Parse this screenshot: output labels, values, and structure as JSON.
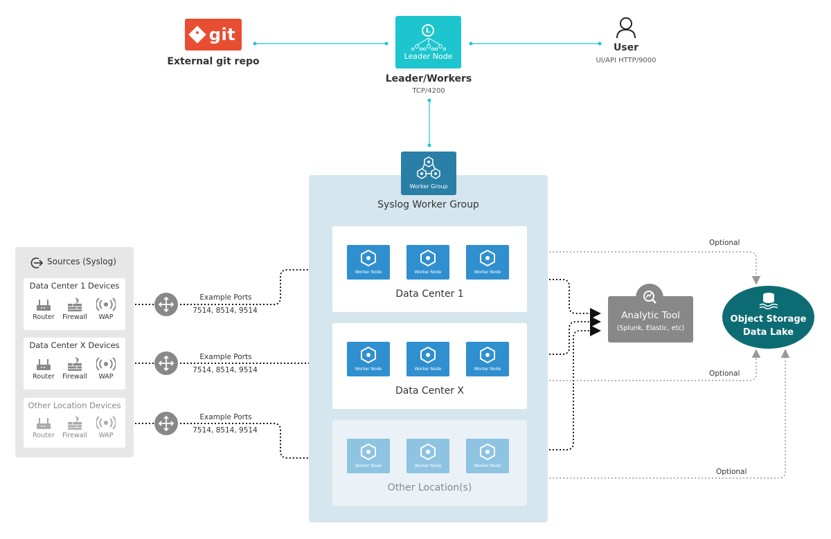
{
  "top": {
    "git_label": "External git repo",
    "git_logo_text": "git",
    "leader_node_label": "Leader Node",
    "leader_initial": "L",
    "leader_title": "Leader/Workers",
    "leader_port": "TCP/4200",
    "user_title": "User",
    "user_port": "UI/API HTTP/9000"
  },
  "worker_group": {
    "box_label": "Worker Group",
    "title": "Syslog Worker Group",
    "node_label": "Worker Node",
    "data_centers": [
      {
        "name": "Data Center 1"
      },
      {
        "name": "Data Center X"
      },
      {
        "name": "Other Location(s)"
      }
    ]
  },
  "sources": {
    "title": "Sources (Syslog)",
    "groups": [
      {
        "title": "Data Center 1 Devices",
        "devices": [
          "Router",
          "Firewall",
          "WAP"
        ]
      },
      {
        "title": "Data Center X Devices",
        "devices": [
          "Router",
          "Firewall",
          "WAP"
        ]
      },
      {
        "title": "Other Location Devices",
        "devices": [
          "Router",
          "Firewall",
          "WAP"
        ]
      }
    ]
  },
  "ports": [
    {
      "label": "Example Ports",
      "value": "7514, 8514, 9514"
    },
    {
      "label": "Example Ports",
      "value": "7514, 8514, 9514"
    },
    {
      "label": "Example Ports",
      "value": "7514, 8514, 9514"
    }
  ],
  "analytic": {
    "title": "Analytic Tool",
    "subtitle": "(Splunk, Elastic, etc)"
  },
  "object_storage": {
    "line1": "Object Storage",
    "line2": "Data Lake"
  },
  "optional_labels": [
    "Optional",
    "Optional",
    "Optional"
  ],
  "colors": {
    "git": "#e84e31",
    "leader": "#1dc6ce",
    "worker_group": "#2a7fa6",
    "worker_node": "#2f8fcf",
    "worker_node_light": "#8ec3e2",
    "panel": "#d6e6ee",
    "analytic": "#888888",
    "object_storage": "#0d6c73",
    "link": "#1dc6ce"
  }
}
